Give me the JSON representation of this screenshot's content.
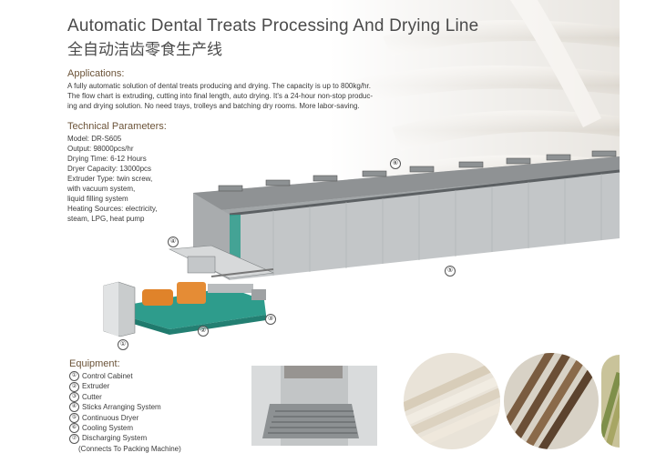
{
  "header": {
    "title": "Automatic Dental Treats Processing And Drying Line",
    "title_cn": "全自动洁齿零食生产线"
  },
  "applications": {
    "heading": "Applications:",
    "lines": [
      "A fully automatic solution of dental treats producing and drying. The capacity is up to 800kg/hr.",
      "The flow chart is extruding, cutting into final length, auto drying. It's a 24-hour non-stop produc-",
      "ing and drying solution. No need trays, trolleys and batching dry rooms. More labor-saving."
    ]
  },
  "technical": {
    "heading": "Technical Parameters:",
    "lines": [
      "Model: DR-S605",
      "Output: 98000pcs/hr",
      "Drying Time: 6-12 Hours",
      "Dryer Capacity: 13000pcs",
      "Extruder Type: twin screw,",
      "with vacuum system,",
      "liquid filling system",
      "Heating Sources: electricity,",
      "steam, LPG, heat pump"
    ]
  },
  "diagram": {
    "callouts": [
      "①",
      "②",
      "③",
      "④",
      "⑤",
      "⑥"
    ]
  },
  "equipment": {
    "heading": "Equipment:",
    "items": [
      {
        "num": "①",
        "label": "Control Cabinet"
      },
      {
        "num": "②",
        "label": "Extruder"
      },
      {
        "num": "③",
        "label": "Cutter"
      },
      {
        "num": "④",
        "label": "Sticks Arranging System"
      },
      {
        "num": "⑤",
        "label": "Continuous Dryer"
      },
      {
        "num": "⑥",
        "label": "Cooling System"
      },
      {
        "num": "⑦",
        "label": "Discharging System"
      }
    ],
    "note": "(Connects To Packing Machine)"
  },
  "colors": {
    "title": "#4a4a4a",
    "section_heading": "#6b5338",
    "machine_green": "#2e9c8c",
    "motor_orange": "#e0832a",
    "dryer_gray": "#b9bcbe"
  }
}
